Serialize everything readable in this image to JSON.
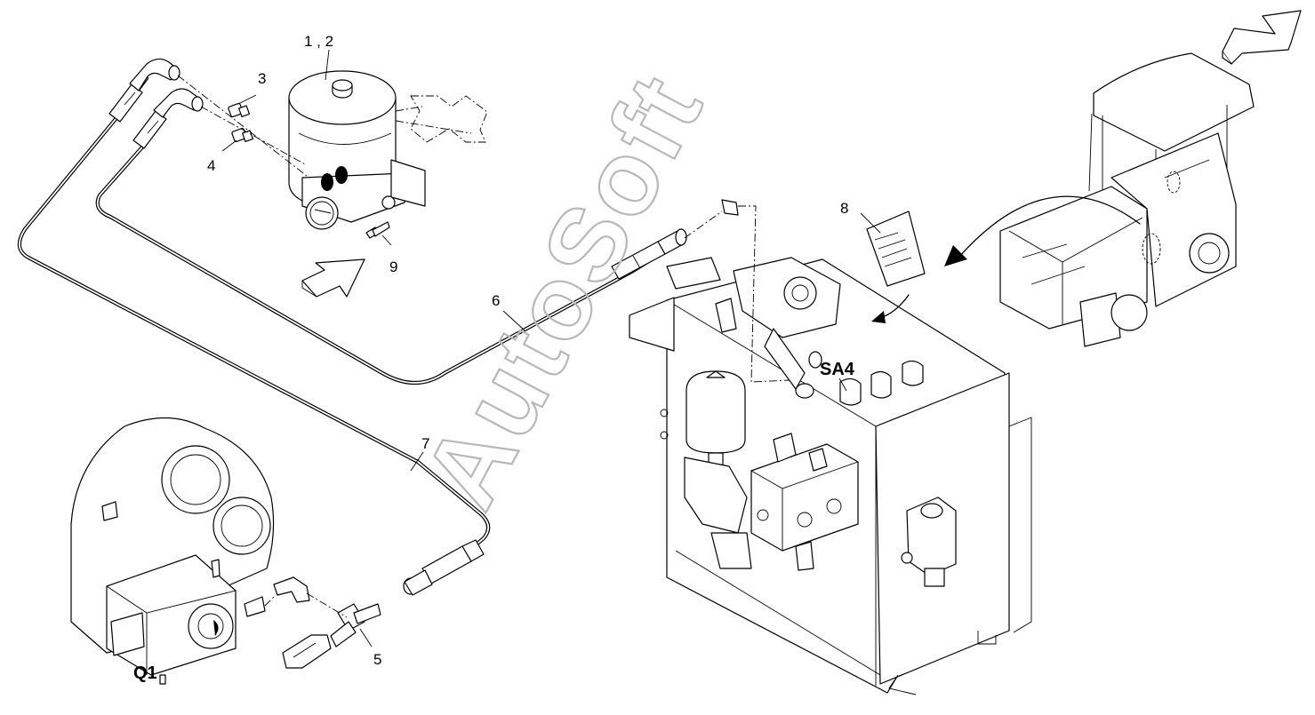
{
  "diagram": {
    "watermark": "AutoSoft",
    "labels": {
      "item_1_2": "1 , 2",
      "item_3": "3",
      "item_4": "4",
      "item_5": "5",
      "item_6": "6",
      "item_7": "7",
      "item_8": "8",
      "item_9": "9",
      "q1": "Q1",
      "sa4": "SA4"
    },
    "icons": {
      "view_arrow_top_right": "hollow-direction-arrow-icon",
      "view_arrow_left": "hollow-direction-arrow-icon",
      "rotation_arrow": "curved-arrow-icon"
    },
    "colors": {
      "line": "#000000",
      "background": "#ffffff",
      "watermark": "#b8b8b8"
    }
  }
}
